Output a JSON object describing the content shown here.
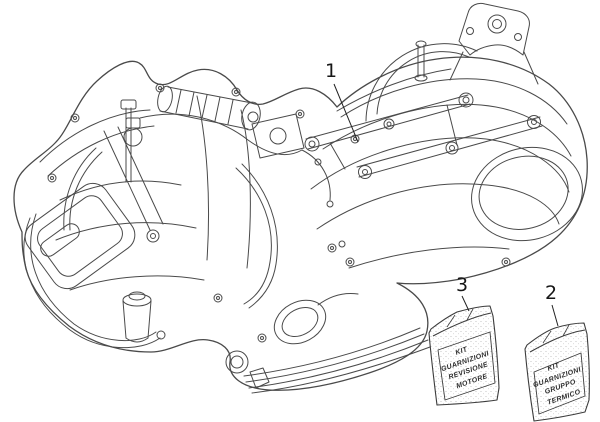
{
  "colors": {
    "background": "#ffffff",
    "line_art": "#4a4a4a",
    "callout_text": "#161616",
    "bag_text": "#2d2d2d"
  },
  "callouts": {
    "engine": {
      "number": "1"
    },
    "overhaul_kit": {
      "number": "3"
    },
    "thermal_kit": {
      "number": "2"
    }
  },
  "kits": {
    "overhaul": {
      "callout": "3",
      "label_lines": [
        "KIT",
        "GUARNIZIONI",
        "REVISIONE",
        "MOTORE"
      ]
    },
    "thermal": {
      "callout": "2",
      "label_lines": [
        "KIT",
        "GUARNIZIONI",
        "GRUPPO",
        "TERMICO"
      ]
    }
  }
}
